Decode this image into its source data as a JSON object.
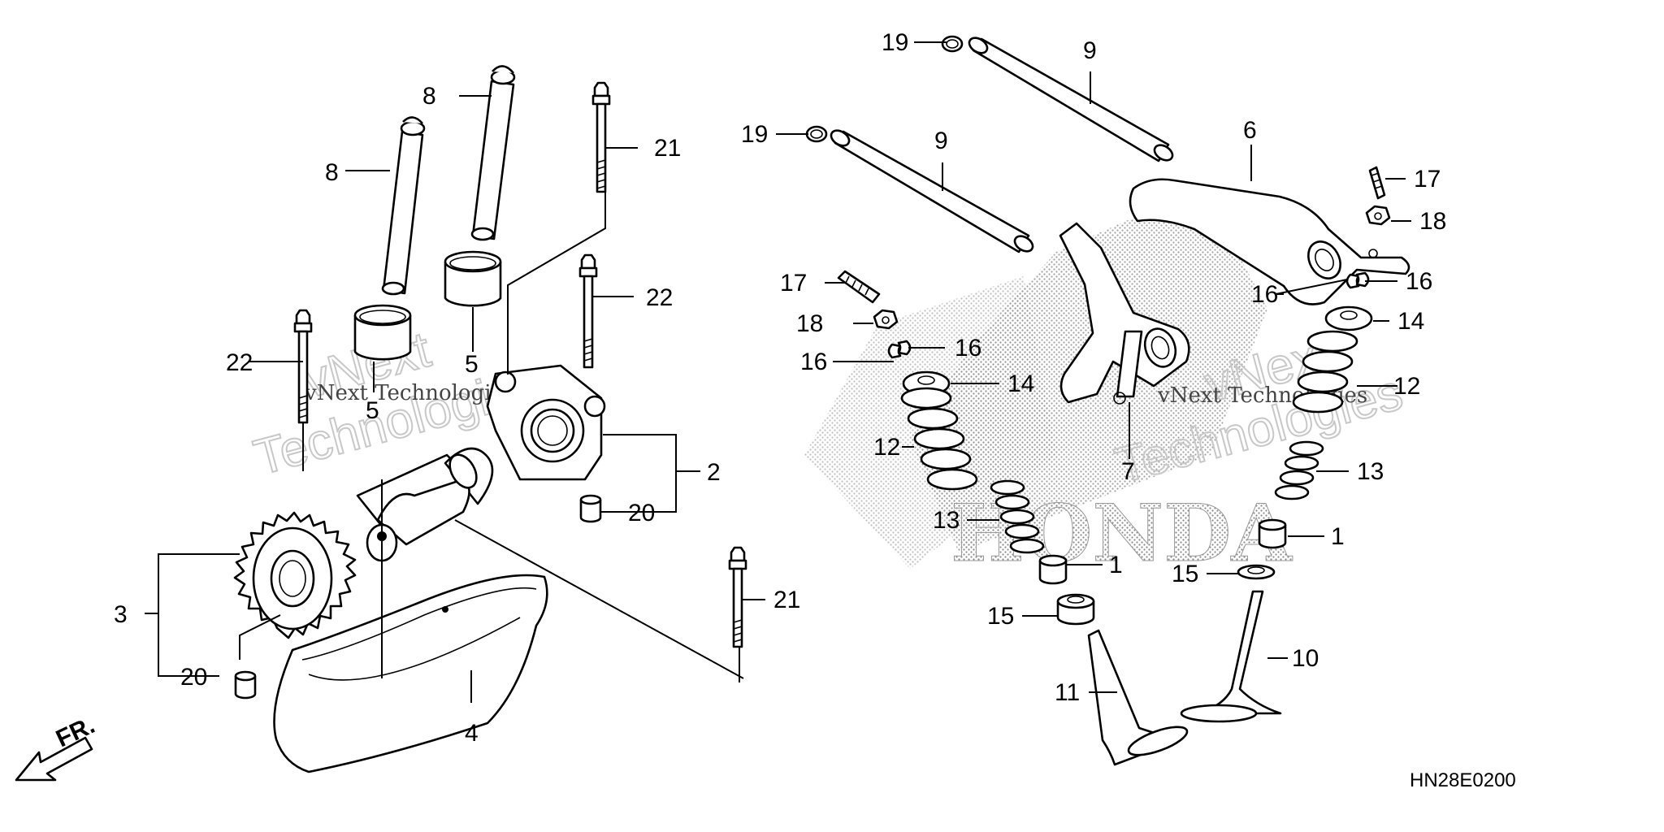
{
  "diagram": {
    "code": "HN28E0200",
    "front_marker": "FR.",
    "brand_watermark": "HONDA",
    "watermark_left": {
      "line1": "vNext",
      "line2": "Technologies",
      "small": "vNext Technologies"
    },
    "watermark_right": {
      "line1": "vNext",
      "line2": "Technologies",
      "small": "vNext Technologies"
    },
    "callouts": {
      "c1a": "1",
      "c1b": "1",
      "c2": "2",
      "c3": "3",
      "c4": "4",
      "c5a": "5",
      "c5b": "5",
      "c6": "6",
      "c7": "7",
      "c8a": "8",
      "c8b": "8",
      "c9a": "9",
      "c9b": "9",
      "c10": "10",
      "c11": "11",
      "c12a": "12",
      "c12b": "12",
      "c13a": "13",
      "c13b": "13",
      "c14a": "14",
      "c14b": "14",
      "c15a": "15",
      "c15b": "15",
      "c16a": "16",
      "c16b": "16",
      "c16c": "16",
      "c16d": "16",
      "c17a": "17",
      "c17b": "17",
      "c18a": "18",
      "c18b": "18",
      "c19a": "19",
      "c19b": "19",
      "c20a": "20",
      "c20b": "20",
      "c21a": "21",
      "c21b": "21",
      "c22a": "22",
      "c22b": "22"
    }
  }
}
